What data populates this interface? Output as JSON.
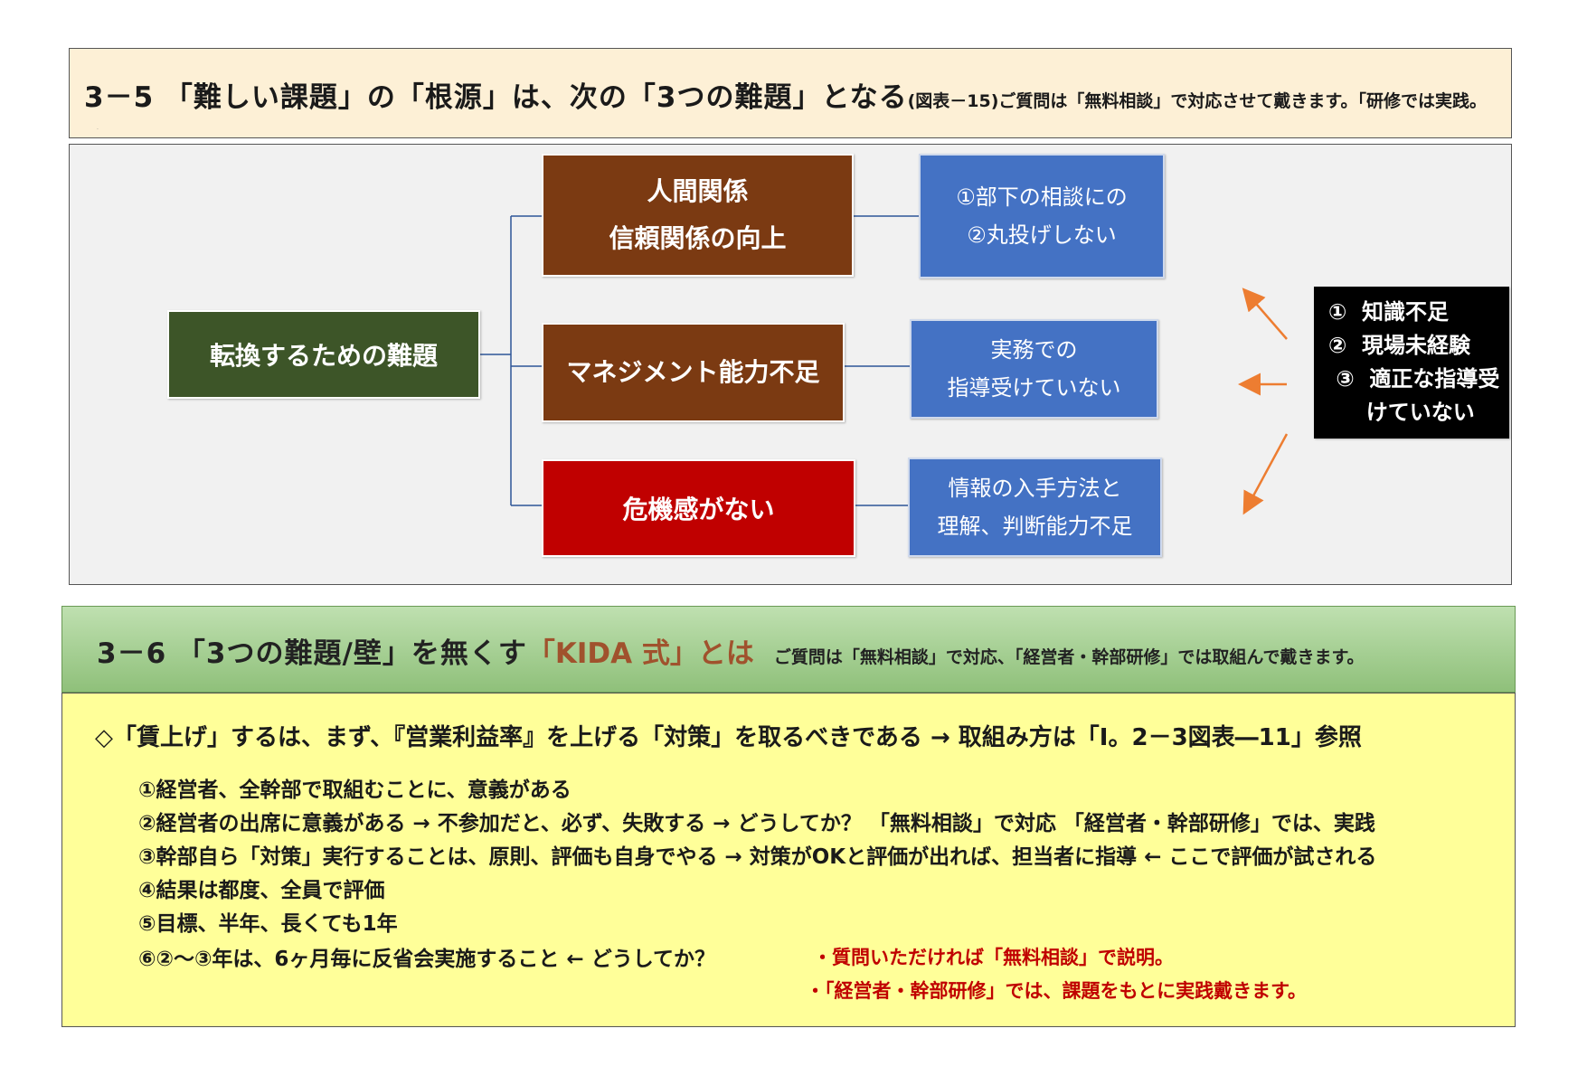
{
  "section35": {
    "title": "3－5 「難しい課題」の「根源」は、次の「3つの難題」となる",
    "subtitle": "(図表－15)ご質問は「無料相談」で対応させて戴きます。「研修では実践。"
  },
  "diagram": {
    "root": "転換するための難題",
    "branches": [
      {
        "lines": [
          "人間関係",
          "信頼関係の向上"
        ],
        "detail": [
          "①部下の相談にの",
          "②丸投げしない"
        ]
      },
      {
        "lines": [
          "マネジメント能力不足"
        ],
        "detail": [
          "実務での",
          "指導受けていない"
        ]
      },
      {
        "lines": [
          "危機感がない"
        ],
        "detail": [
          "情報の入手方法と",
          "理解、判断能力不足"
        ]
      }
    ],
    "causes": [
      "①  知識不足",
      "②  現場未経験",
      " ③  適正な指導受",
      "     けていない"
    ],
    "colors": {
      "root": "#3d5528",
      "brown": "#7b3a12",
      "red": "#c00000",
      "detail": "#4472c4",
      "causes": "#000000",
      "arrow": "#ed7d31",
      "connector": "#2e5597"
    }
  },
  "section36": {
    "title": "3－6 「3つの難題/壁」を無くす",
    "highlight": "「KIDA 式」とは",
    "subtitle": "ご質問は「無料相談」で対応、「経営者・幹部研修」では取組んで戴きます。"
  },
  "policy": {
    "lead": "◇「賃上げ」するは、まず、『営業利益率』を上げる「対策」を取るべきである  →  取組み方は「Ⅰ。2－3図表―11」参照",
    "items": [
      "①経営者、全幹部で取組むことに、意義がある",
      "②経営者の出席に意義がある  →  不参加だと、必ず、失敗する  →  どうしてか？    「無料相談」で対応 「経営者・幹部研修」では、実践",
      "③幹部自ら「対策」実行することは、原則、評価も自身でやる  →  対策がOKと評価が出れば、担当者に指導  ←  ここで評価が試される",
      "④結果は都度、全員で評価",
      "⑤目標、半年、長くても1年",
      "⑥②～③年は、6ヶ月毎に反省会実施すること  ←  どうしてか？"
    ],
    "notes": [
      "・質問いただければ「無料相談」で説明。",
      "・「経営者・幹部研修」では、課題をもとに実践戴きます。"
    ]
  }
}
